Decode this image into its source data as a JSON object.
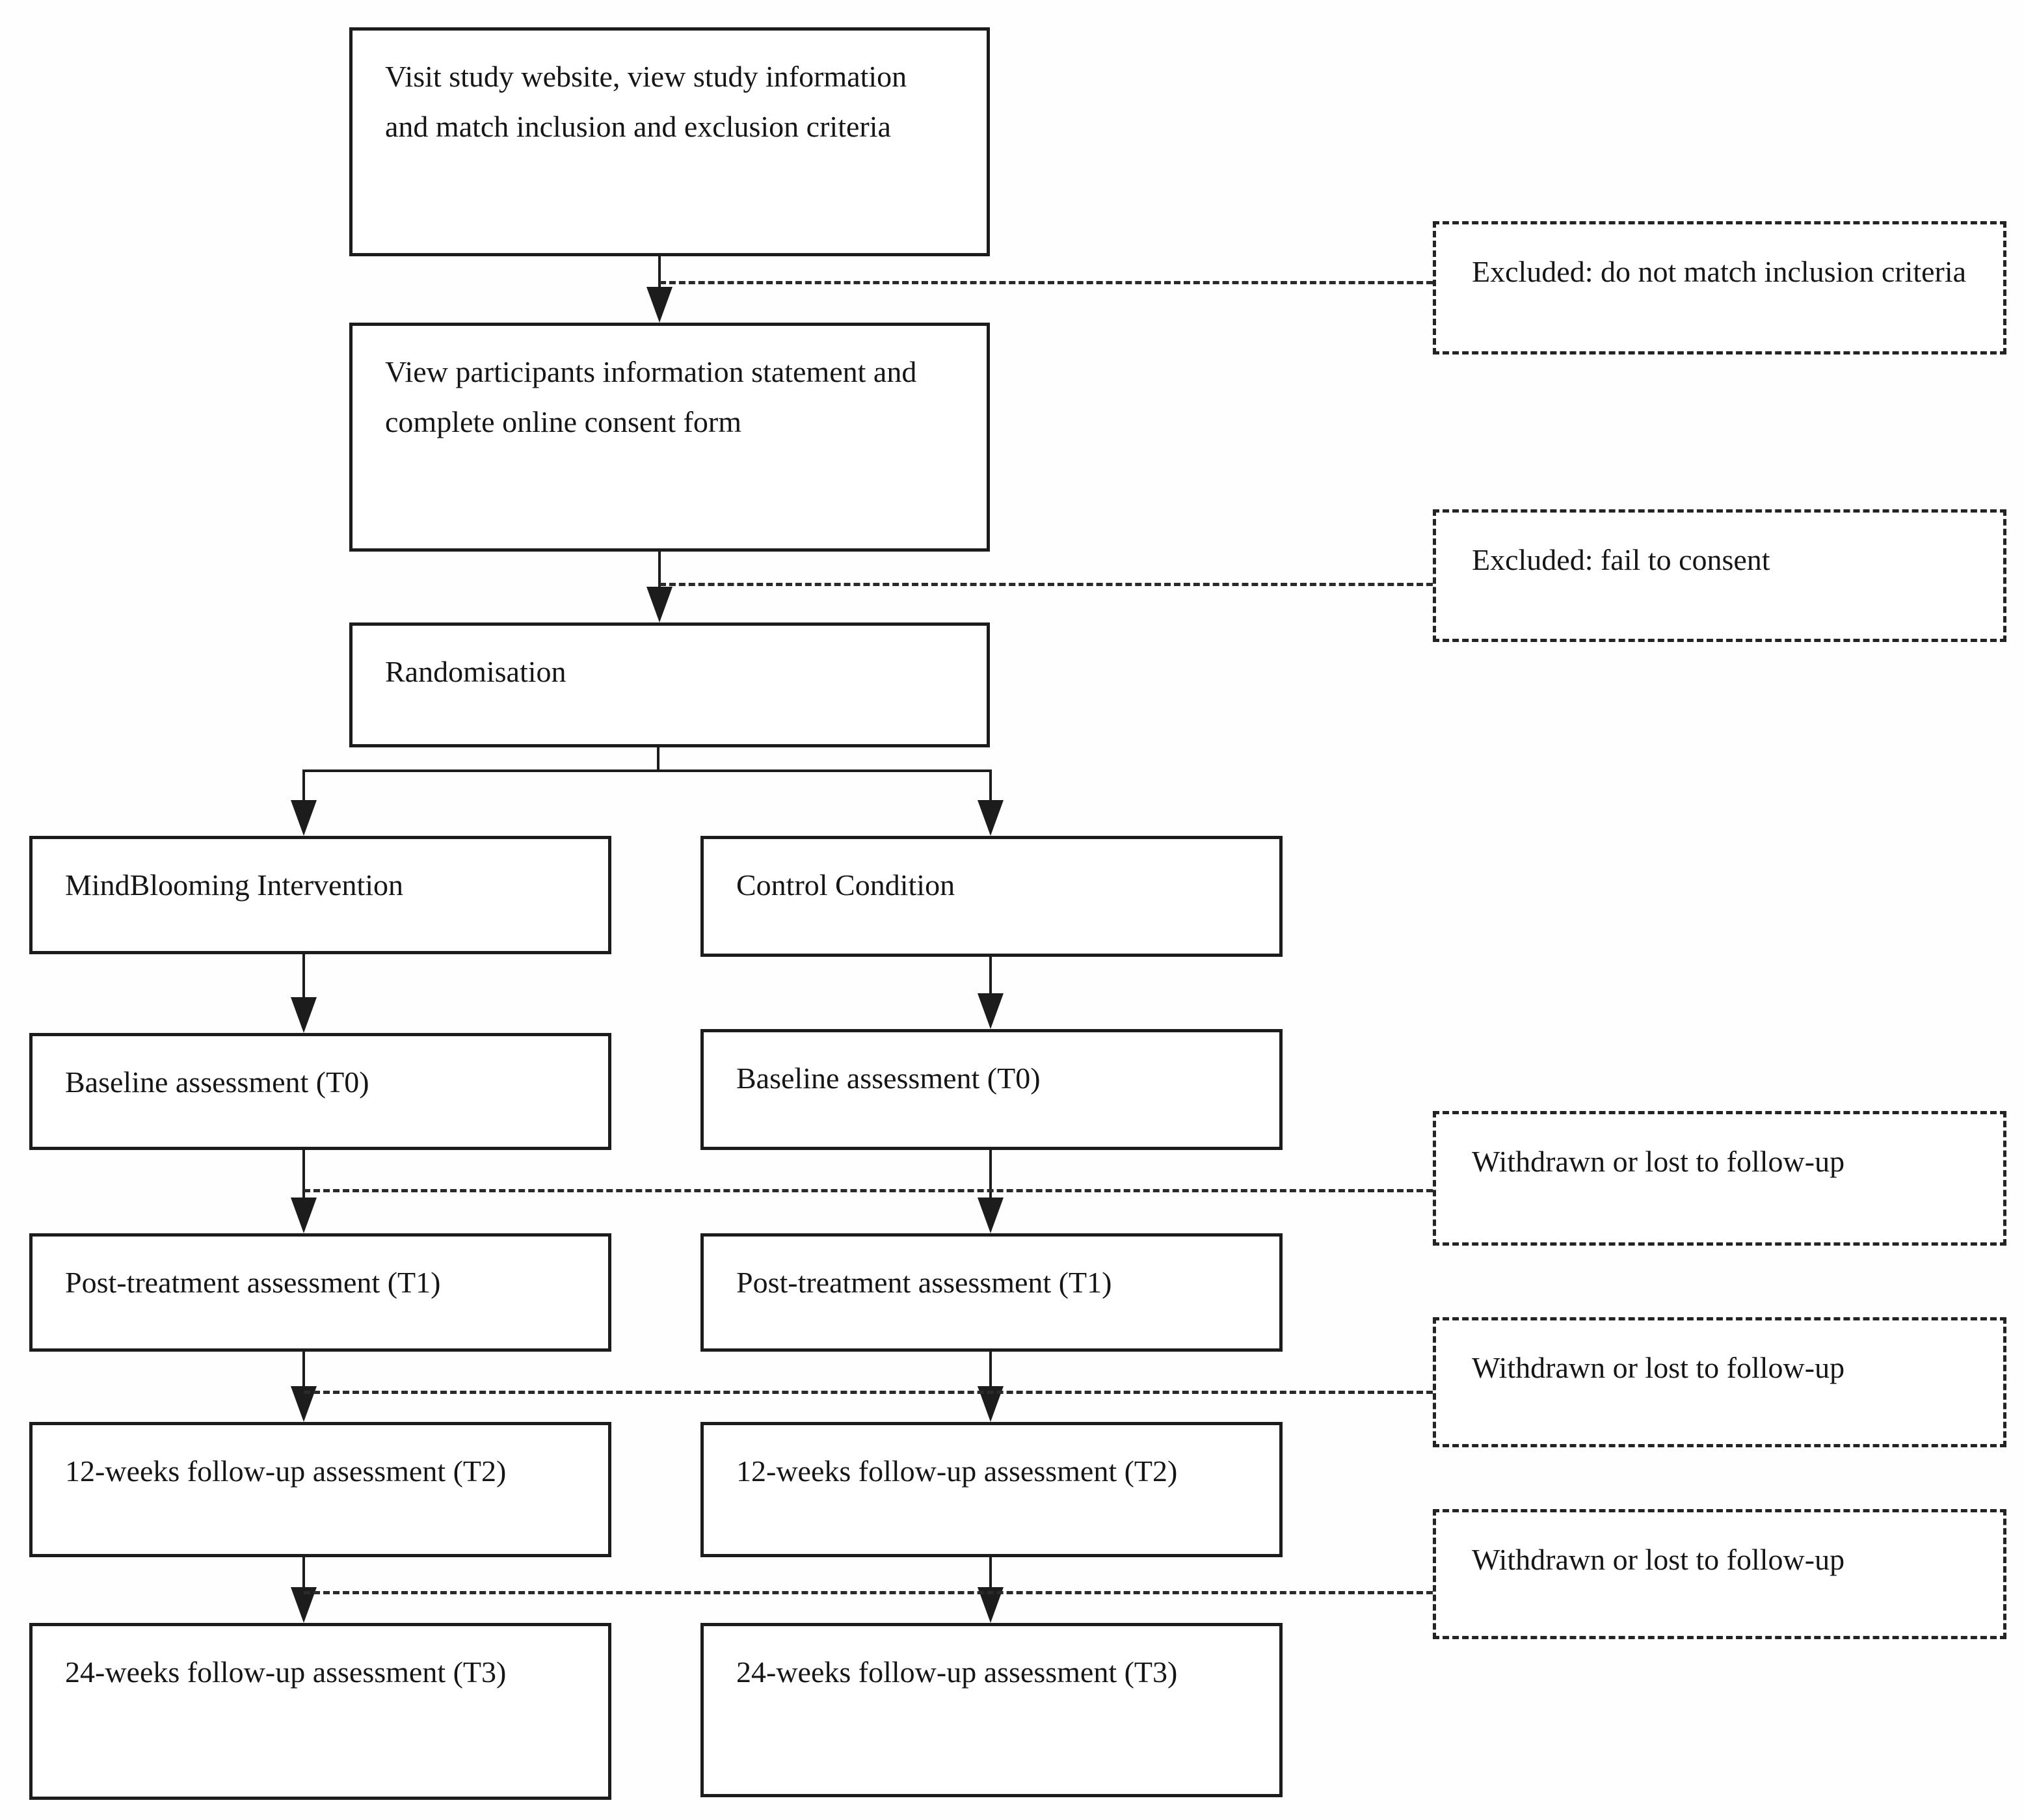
{
  "palette": {
    "ink": "#1c1c1c",
    "background": "#ffffff"
  },
  "flow": {
    "main_column": [
      {
        "id": "visit-website",
        "text": "Visit study website, view study information and match inclusion and exclusion criteria"
      },
      {
        "id": "consent",
        "text": "View participants information statement and complete online consent form"
      },
      {
        "id": "randomisation",
        "text": "Randomisation"
      }
    ],
    "left_branch": [
      {
        "id": "intervention",
        "text": "MindBlooming Intervention"
      },
      {
        "id": "baseline",
        "text": "Baseline assessment (T0)"
      },
      {
        "id": "post-treatment",
        "text": "Post-treatment assessment (T1)"
      },
      {
        "id": "followup-12",
        "text": "12-weeks follow-up assessment (T2)"
      },
      {
        "id": "followup-24",
        "text": "24-weeks follow-up assessment (T3)"
      }
    ],
    "right_branch": [
      {
        "id": "control",
        "text": "Control Condition"
      },
      {
        "id": "baseline",
        "text": "Baseline assessment (T0)"
      },
      {
        "id": "post-treatment",
        "text": "Post-treatment assessment (T1)"
      },
      {
        "id": "followup-12",
        "text": "12-weeks follow-up assessment (T2)"
      },
      {
        "id": "followup-24",
        "text": "24-weeks follow-up assessment (T3)"
      }
    ],
    "side_notes": [
      {
        "id": "excluded-inclusion",
        "text": "Excluded: do not match inclusion criteria"
      },
      {
        "id": "excluded-consent",
        "text": "Excluded: fail to consent"
      },
      {
        "id": "withdrawn-1",
        "text": "Withdrawn or lost to follow-up"
      },
      {
        "id": "withdrawn-2",
        "text": "Withdrawn or lost to follow-up"
      },
      {
        "id": "withdrawn-3",
        "text": "Withdrawn or lost to follow-up"
      }
    ]
  }
}
